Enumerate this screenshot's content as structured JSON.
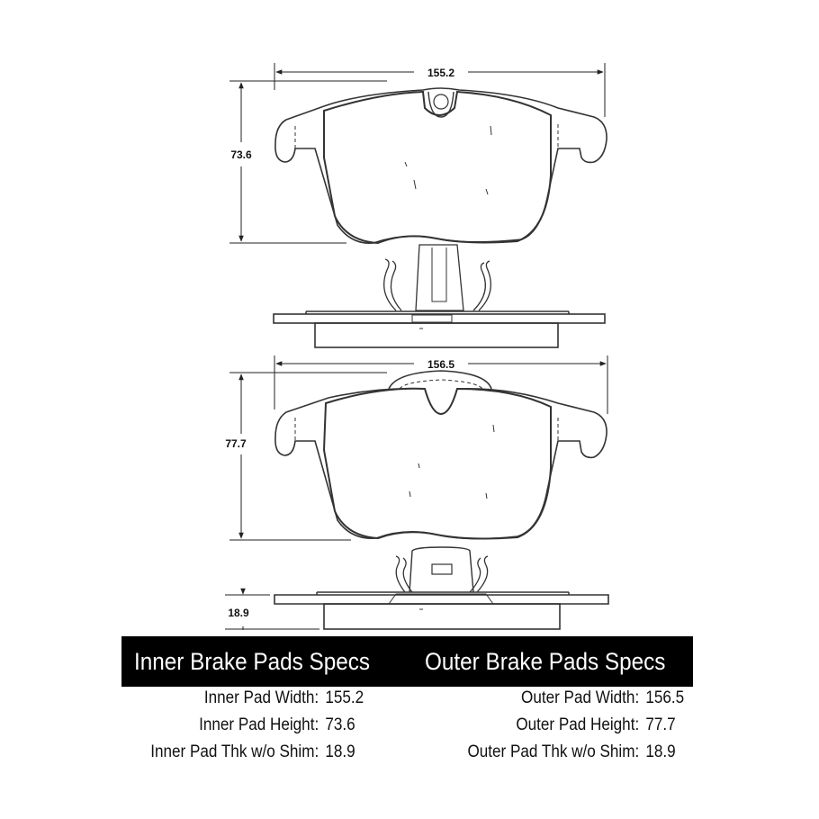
{
  "dimensions": {
    "inner_width": "155.2",
    "inner_height": "73.6",
    "outer_width": "156.5",
    "outer_height": "77.7",
    "thickness": "18.9"
  },
  "header": {
    "inner_title": "Inner Brake Pads Specs",
    "outer_title": "Outer Brake Pads Specs"
  },
  "specs": {
    "inner": [
      {
        "label": "Inner Pad Width:",
        "value": "155.2"
      },
      {
        "label": "Inner Pad Height:",
        "value": "73.6"
      },
      {
        "label": "Inner Pad Thk w/o Shim:",
        "value": "18.9"
      }
    ],
    "outer": [
      {
        "label": "Outer Pad Width:",
        "value": "156.5"
      },
      {
        "label": "Outer Pad Height:",
        "value": "77.7"
      },
      {
        "label": "Outer Pad Thk w/o Shim:",
        "value": "18.9"
      }
    ]
  },
  "colors": {
    "line": "#333333",
    "header_bg": "#000000",
    "header_text": "#ffffff"
  }
}
